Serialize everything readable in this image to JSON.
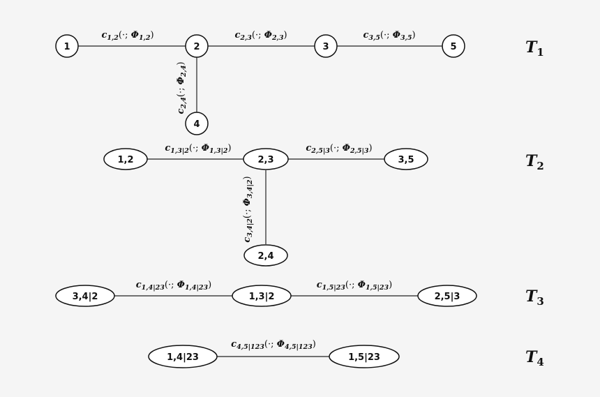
{
  "trees": [
    {
      "label": "T",
      "index": "1",
      "nodes": [
        "1",
        "2",
        "3",
        "5",
        "4"
      ],
      "edges": [
        {
          "c": "c",
          "c_sub": "1,2",
          "mid": "(·; ",
          "phi": "Φ",
          "phi_sub": "1,2",
          "close": ")"
        },
        {
          "c": "c",
          "c_sub": "2,3",
          "mid": "(·; ",
          "phi": "Φ",
          "phi_sub": "2,3",
          "close": ")"
        },
        {
          "c": "c",
          "c_sub": "3,5",
          "mid": "(·; ",
          "phi": "Φ",
          "phi_sub": "3,5",
          "close": ")"
        },
        {
          "c": "c",
          "c_sub": "2,4",
          "mid": "(·; ",
          "phi": "Φ",
          "phi_sub": "2,4",
          "close": ")"
        }
      ]
    },
    {
      "label": "T",
      "index": "2",
      "nodes": [
        "1,2",
        "2,3",
        "3,5",
        "2,4"
      ],
      "edges": [
        {
          "c": "c",
          "c_sub": "1,3|2",
          "mid": "(·; ",
          "phi": "Φ",
          "phi_sub": "1,3|2",
          "close": ")"
        },
        {
          "c": "c",
          "c_sub": "2,5|3",
          "mid": "(·; ",
          "phi": "Φ",
          "phi_sub": "2,5|3",
          "close": ")"
        },
        {
          "c": "c",
          "c_sub": "3,4|2",
          "mid": "(·; ",
          "phi": "Φ",
          "phi_sub": "3,4|2",
          "close": ")"
        }
      ]
    },
    {
      "label": "T",
      "index": "3",
      "nodes": [
        "3,4|2",
        "1,3|2",
        "2,5|3"
      ],
      "edges": [
        {
          "c": "c",
          "c_sub": "1,4|23",
          "mid": "(·; ",
          "phi": "Φ",
          "phi_sub": "1,4|23",
          "close": ")"
        },
        {
          "c": "c",
          "c_sub": "1,5|23",
          "mid": "(·; ",
          "phi": "Φ",
          "phi_sub": "1,5|23",
          "close": ")"
        }
      ]
    },
    {
      "label": "T",
      "index": "4",
      "nodes": [
        "1,4|23",
        "1,5|23"
      ],
      "edges": [
        {
          "c": "c",
          "c_sub": "4,5|123",
          "mid": "(·; ",
          "phi": "Φ",
          "phi_sub": "4,5|123",
          "close": ")"
        }
      ]
    }
  ]
}
